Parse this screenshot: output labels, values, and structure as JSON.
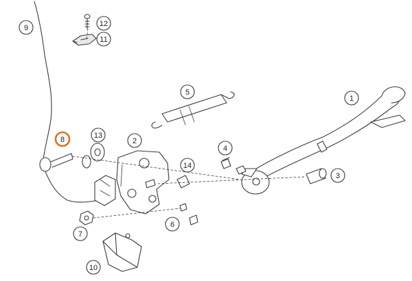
{
  "diagram": {
    "callouts": [
      {
        "label": "1",
        "highlighted": false
      },
      {
        "label": "2",
        "highlighted": false
      },
      {
        "label": "3",
        "highlighted": false
      },
      {
        "label": "4",
        "highlighted": false
      },
      {
        "label": "5",
        "highlighted": false
      },
      {
        "label": "6",
        "highlighted": false
      },
      {
        "label": "7",
        "highlighted": false
      },
      {
        "label": "8",
        "highlighted": true
      },
      {
        "label": "9",
        "highlighted": false
      },
      {
        "label": "10",
        "highlighted": false
      },
      {
        "label": "11",
        "highlighted": false
      },
      {
        "label": "12",
        "highlighted": false
      },
      {
        "label": "13",
        "highlighted": false
      },
      {
        "label": "14",
        "highlighted": false
      }
    ]
  },
  "colors": {
    "line": "#3a3a3a",
    "part_fill": "#ffffff",
    "shade": "#cfcfcf",
    "highlight": "#e07020",
    "background": "#ffffff"
  },
  "icons": [
    "side-stand",
    "bracket",
    "spring",
    "cable",
    "bolt",
    "nut",
    "switch-cover",
    "retaining-clip",
    "screw",
    "washer"
  ]
}
